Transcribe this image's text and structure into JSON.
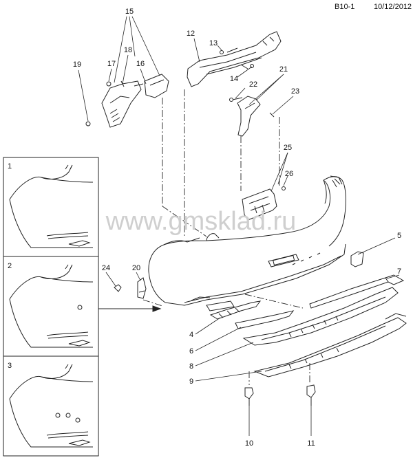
{
  "header": {
    "code": "B10-1",
    "date": "10/12/2012"
  },
  "watermark": "www.gmsklad.ru",
  "panels": [
    {
      "label": "1"
    },
    {
      "label": "2"
    },
    {
      "label": "3"
    }
  ],
  "callouts": {
    "c4": "4",
    "c5": "5",
    "c6": "6",
    "c7": "7",
    "c8": "8",
    "c9": "9",
    "c10": "10",
    "c11": "11",
    "c12": "12",
    "c13": "13",
    "c14": "14",
    "c15": "15",
    "c16": "16",
    "c17": "17",
    "c18": "18",
    "c19": "19",
    "c20": "20",
    "c21": "21",
    "c22": "22",
    "c23": "23",
    "c24": "24",
    "c25": "25",
    "c26": "26"
  },
  "colors": {
    "line": "#222222",
    "watermark": "#cfcfcf",
    "shade": "#d9d9d9"
  }
}
